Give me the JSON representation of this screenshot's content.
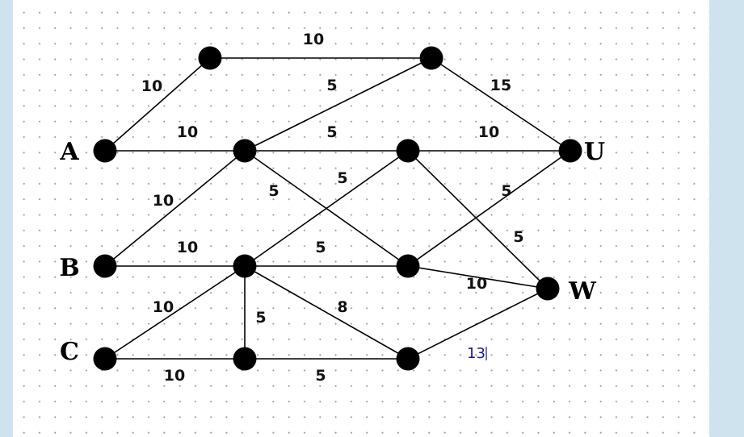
{
  "graph": {
    "nodes": [
      {
        "id": "n1"
      },
      {
        "id": "n2"
      },
      {
        "id": "n3",
        "label": "A"
      },
      {
        "id": "n4"
      },
      {
        "id": "n5"
      },
      {
        "id": "n6",
        "label": "U"
      },
      {
        "id": "n7",
        "label": "B"
      },
      {
        "id": "n8"
      },
      {
        "id": "n9"
      },
      {
        "id": "n10",
        "label": "W"
      },
      {
        "id": "n11",
        "label": "C"
      },
      {
        "id": "n12"
      },
      {
        "id": "n13"
      }
    ],
    "edges": [
      {
        "from": "n1",
        "to": "n2",
        "weight": "10"
      },
      {
        "from": "n3",
        "to": "n1",
        "weight": "10"
      },
      {
        "from": "n4",
        "to": "n2",
        "weight": "5"
      },
      {
        "from": "n2",
        "to": "n6",
        "weight": "15"
      },
      {
        "from": "n3",
        "to": "n4",
        "weight": "10"
      },
      {
        "from": "n4",
        "to": "n5",
        "weight": "5"
      },
      {
        "from": "n5",
        "to": "n6",
        "weight": "10"
      },
      {
        "from": "n7",
        "to": "n4",
        "weight": "10"
      },
      {
        "from": "n4",
        "to": "n9",
        "weight": "5"
      },
      {
        "from": "n8",
        "to": "n5",
        "weight": "5"
      },
      {
        "from": "n9",
        "to": "n6",
        "weight": "5"
      },
      {
        "from": "n5",
        "to": "n10",
        "weight": "5"
      },
      {
        "from": "n7",
        "to": "n8",
        "weight": "10"
      },
      {
        "from": "n8",
        "to": "n9",
        "weight": "5"
      },
      {
        "from": "n9",
        "to": "n10",
        "weight": "10"
      },
      {
        "from": "n11",
        "to": "n8",
        "weight": "10"
      },
      {
        "from": "n8",
        "to": "n12",
        "weight": "5"
      },
      {
        "from": "n8",
        "to": "n13",
        "weight": "8"
      },
      {
        "from": "n11",
        "to": "n12",
        "weight": "10"
      },
      {
        "from": "n12",
        "to": "n13",
        "weight": "5"
      },
      {
        "from": "n13",
        "to": "n10",
        "weight": "13"
      }
    ]
  },
  "colors": {
    "page_background": "#cfe3ee",
    "canvas_background": "#ffffff",
    "grid_dots": "#9a9a9a",
    "nodes": "#000000",
    "edit_text": "#1a1a80"
  }
}
